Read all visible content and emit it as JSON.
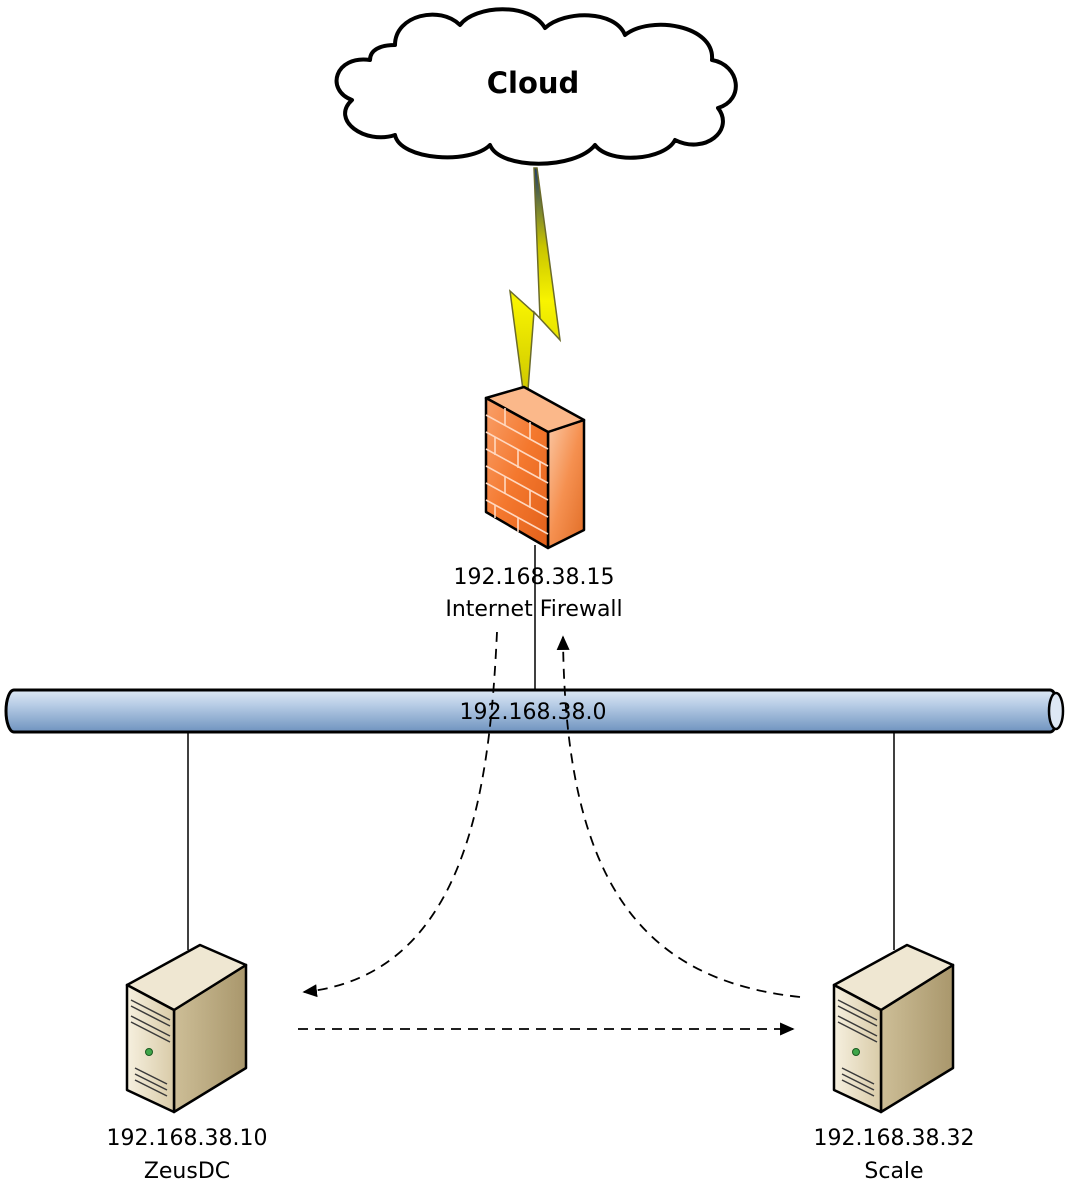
{
  "cloud": {
    "label": "Cloud"
  },
  "firewall": {
    "ip": "192.168.38.15",
    "name": "Internet Firewall"
  },
  "network": {
    "label": "192.168.38.0"
  },
  "servers": [
    {
      "ip": "192.168.38.10",
      "name": "ZeusDC"
    },
    {
      "ip": "192.168.38.32",
      "name": "Scale"
    }
  ],
  "icons": {
    "cloud": "cloud-icon",
    "lightning": "lightning-icon",
    "firewall": "firewall-icon",
    "server": "server-icon"
  },
  "colors": {
    "bus_fill": "#9DB9DB",
    "firewall": "#F27530",
    "lightning": "#F4F000",
    "server": "#E8DCC0",
    "cloud_fill": "#FFFFFF"
  }
}
